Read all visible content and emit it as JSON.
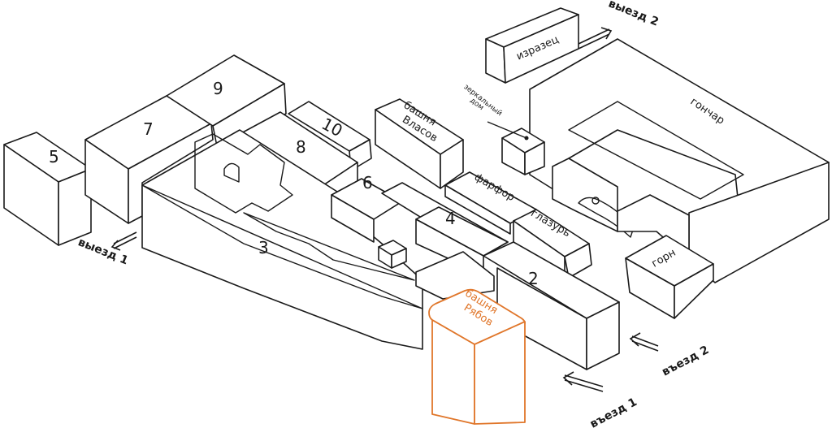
{
  "map": {
    "highlight_color": "#e0762a",
    "line_color": "#1a1a1a",
    "buildings": {
      "b5": "5",
      "b7": "7",
      "b9": "9",
      "b10": "10",
      "b8": "8",
      "b6": "6",
      "b4": "4",
      "b3": "3",
      "b2": "2"
    },
    "labels": {
      "tower_vlasov": [
        "башня",
        "Власов"
      ],
      "tower_ryabov": [
        "башня",
        "Рябов"
      ],
      "izrazets": "изразец",
      "farfor": "фарфор",
      "glazur": "глазурь",
      "gonchar": "гончар",
      "gorn": "горн",
      "mirror_house": [
        "зеркальный",
        "дом"
      ]
    },
    "directions": {
      "exit1": "выезд 1",
      "exit2": "выезд 2",
      "entry1": "въезд 1",
      "entry2": "въезд 2"
    }
  }
}
